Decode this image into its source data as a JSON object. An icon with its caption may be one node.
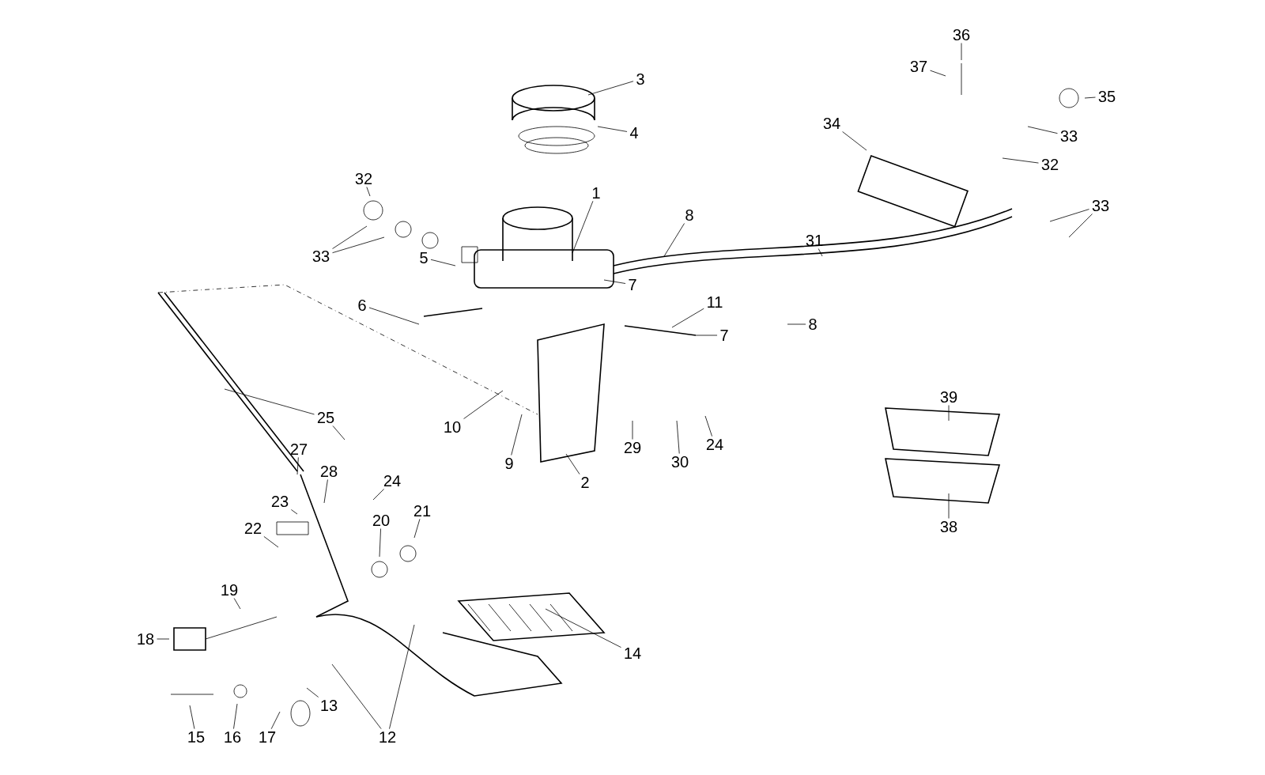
{
  "diagram": {
    "nodes": [
      {
        "text": [
          "36"
        ]
      },
      {
        "text": [
          "3"
        ]
      },
      {
        "text": [
          "37"
        ]
      },
      {
        "text": [
          "35"
        ]
      },
      {
        "text": [
          "34"
        ]
      },
      {
        "text": [
          "4"
        ]
      },
      {
        "text": [
          "33"
        ]
      },
      {
        "text": [
          "32"
        ]
      },
      {
        "text": [
          "33"
        ]
      },
      {
        "text": [
          "32"
        ]
      },
      {
        "text": [
          "1"
        ]
      },
      {
        "text": [
          "8"
        ]
      },
      {
        "text": [
          "31"
        ]
      },
      {
        "text": [
          "33"
        ]
      },
      {
        "text": [
          "5"
        ]
      },
      {
        "text": [
          "7"
        ]
      },
      {
        "text": [
          "6"
        ]
      },
      {
        "text": [
          "11"
        ]
      },
      {
        "text": [
          "8"
        ]
      },
      {
        "text": [
          "7"
        ]
      },
      {
        "text": [
          "39"
        ]
      },
      {
        "text": [
          "25"
        ]
      },
      {
        "text": [
          "10"
        ]
      },
      {
        "text": [
          "24"
        ]
      },
      {
        "text": [
          "29"
        ]
      },
      {
        "text": [
          "27"
        ]
      },
      {
        "text": [
          "30"
        ]
      },
      {
        "text": [
          "9"
        ]
      },
      {
        "text": [
          "28"
        ]
      },
      {
        "text": [
          "24"
        ]
      },
      {
        "text": [
          "2"
        ]
      },
      {
        "text": [
          "23"
        ]
      },
      {
        "text": [
          "21"
        ]
      },
      {
        "text": [
          "20"
        ]
      },
      {
        "text": [
          "38"
        ]
      },
      {
        "text": [
          "22"
        ]
      },
      {
        "text": [
          "19"
        ]
      },
      {
        "text": [
          "18"
        ]
      },
      {
        "text": [
          "14"
        ]
      },
      {
        "text": [
          "13"
        ]
      },
      {
        "text": [
          "12"
        ]
      },
      {
        "text": [
          "15"
        ]
      },
      {
        "text": [
          "16"
        ]
      },
      {
        "text": [
          "17"
        ]
      }
    ],
    "edges": [
      {
        "from": 0,
        "to": null,
        "arrow": "none"
      },
      {
        "from": 1,
        "to": null,
        "arrow": "none"
      },
      {
        "from": 2,
        "to": null,
        "arrow": "none"
      },
      {
        "from": 3,
        "to": null,
        "arrow": "none"
      },
      {
        "from": 4,
        "to": null,
        "arrow": "none"
      },
      {
        "from": 5,
        "to": null,
        "arrow": "none"
      },
      {
        "from": 6,
        "to": null,
        "arrow": "none"
      },
      {
        "from": 7,
        "to": null,
        "arrow": "none"
      },
      {
        "from": 8,
        "to": null,
        "arrow": "none"
      },
      {
        "from": 8,
        "to": null,
        "arrow": "none"
      },
      {
        "from": 9,
        "to": null,
        "arrow": "none"
      },
      {
        "from": 10,
        "to": null,
        "arrow": "none"
      },
      {
        "from": 11,
        "to": null,
        "arrow": "none"
      },
      {
        "from": 12,
        "to": null,
        "arrow": "none"
      },
      {
        "from": 13,
        "to": null,
        "arrow": "none"
      },
      {
        "from": 13,
        "to": null,
        "arrow": "none"
      },
      {
        "from": 14,
        "to": null,
        "arrow": "none"
      },
      {
        "from": 15,
        "to": null,
        "arrow": "none"
      },
      {
        "from": 16,
        "to": null,
        "arrow": "none"
      },
      {
        "from": 17,
        "to": null,
        "arrow": "none"
      },
      {
        "from": 18,
        "to": null,
        "arrow": "none"
      },
      {
        "from": 19,
        "to": null,
        "arrow": "none"
      },
      {
        "from": 20,
        "to": null,
        "arrow": "none"
      },
      {
        "from": 21,
        "to": null,
        "arrow": "none"
      },
      {
        "from": 21,
        "to": null,
        "arrow": "none"
      },
      {
        "from": 22,
        "to": null,
        "arrow": "none"
      },
      {
        "from": 23,
        "to": null,
        "arrow": "none"
      },
      {
        "from": 24,
        "to": null,
        "arrow": "none"
      },
      {
        "from": 25,
        "to": null,
        "arrow": "none"
      },
      {
        "from": 26,
        "to": null,
        "arrow": "none"
      },
      {
        "from": 27,
        "to": null,
        "arrow": "none"
      },
      {
        "from": 28,
        "to": null,
        "arrow": "none"
      },
      {
        "from": 29,
        "to": null,
        "arrow": "none"
      },
      {
        "from": 30,
        "to": null,
        "arrow": "none"
      },
      {
        "from": 31,
        "to": null,
        "arrow": "none"
      },
      {
        "from": 32,
        "to": null,
        "arrow": "none"
      },
      {
        "from": 33,
        "to": null,
        "arrow": "none"
      },
      {
        "from": 34,
        "to": null,
        "arrow": "none"
      },
      {
        "from": 35,
        "to": null,
        "arrow": "none"
      },
      {
        "from": 36,
        "to": null,
        "arrow": "none"
      },
      {
        "from": 37,
        "to": null,
        "arrow": "none"
      },
      {
        "from": 38,
        "to": null,
        "arrow": "none"
      },
      {
        "from": 39,
        "to": null,
        "arrow": "none"
      },
      {
        "from": 40,
        "to": null,
        "arrow": "none"
      },
      {
        "from": 40,
        "to": null,
        "arrow": "none"
      },
      {
        "from": 41,
        "to": null,
        "arrow": "none"
      },
      {
        "from": 42,
        "to": null,
        "arrow": "none"
      },
      {
        "from": 43,
        "to": null,
        "arrow": "none"
      }
    ]
  }
}
